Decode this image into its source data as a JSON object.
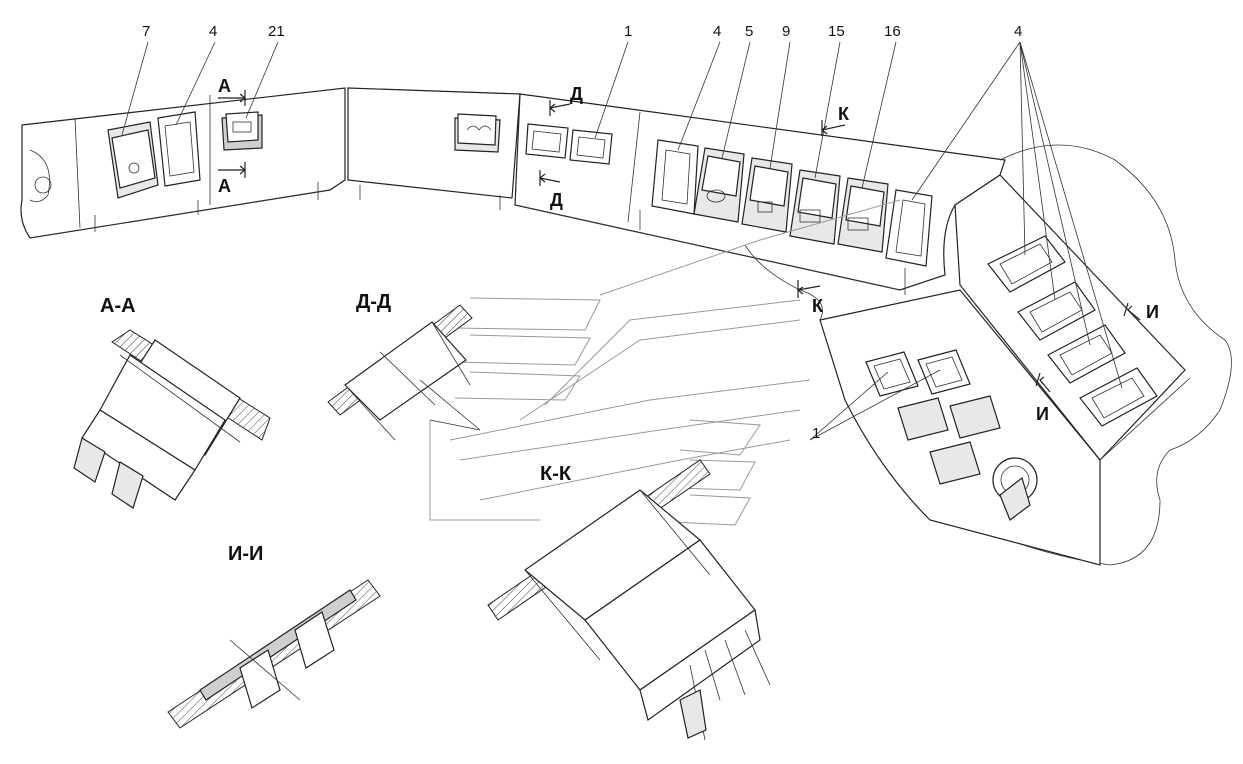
{
  "callouts": [
    "7",
    "4",
    "21",
    "1",
    "4",
    "5",
    "9",
    "15",
    "16",
    "4",
    "1"
  ],
  "section_marks": {
    "a_top": "А",
    "a_bottom": "А",
    "d_top": "Д",
    "d_bottom": "Д",
    "k_top": "К",
    "k_bottom": "К",
    "i_top": "И",
    "i_bottom": "И"
  },
  "views": {
    "aa": "А-А",
    "dd": "Д-Д",
    "kk": "К-К",
    "ii": "И-И"
  }
}
